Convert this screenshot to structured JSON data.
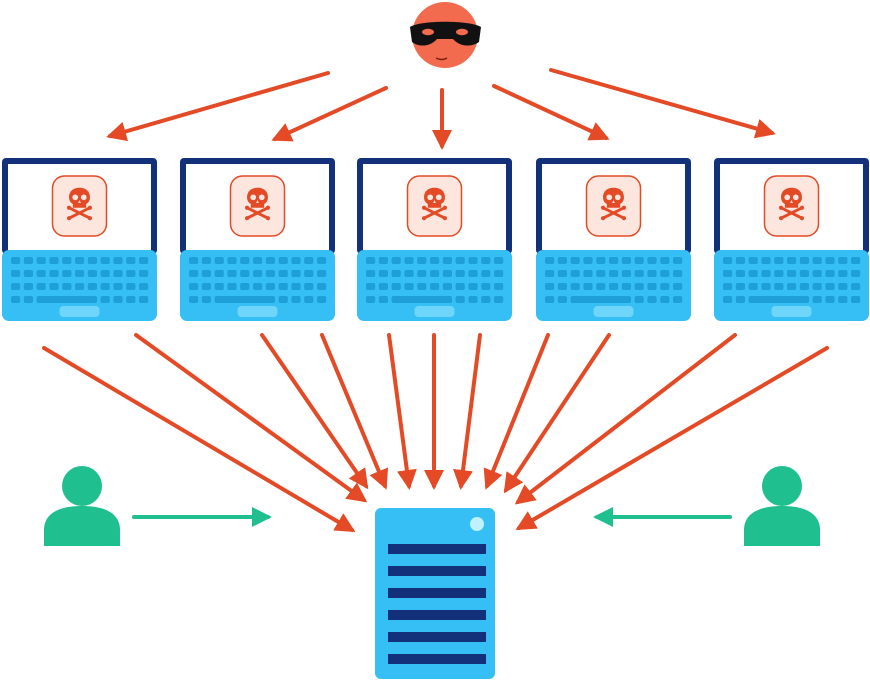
{
  "diagram": {
    "attacker": {
      "icon": "masked-attacker-icon",
      "face_color": "#F26B4F",
      "mask_color": "#111111"
    },
    "bots": [
      {
        "id": "bot-1",
        "icon": "skull-crossbones-icon"
      },
      {
        "id": "bot-2",
        "icon": "skull-crossbones-icon"
      },
      {
        "id": "bot-3",
        "icon": "skull-crossbones-icon"
      },
      {
        "id": "bot-4",
        "icon": "skull-crossbones-icon"
      },
      {
        "id": "bot-5",
        "icon": "skull-crossbones-icon"
      }
    ],
    "legitimate_users": [
      {
        "id": "user-left",
        "icon": "user-icon"
      },
      {
        "id": "user-right",
        "icon": "user-icon"
      }
    ],
    "target": {
      "icon": "server-icon"
    },
    "colors": {
      "attack_arrow": "#E34A25",
      "legit_arrow": "#1FBF8F",
      "laptop_frame": "#13307A",
      "laptop_body": "#35BFF5",
      "laptop_keys": "#1E9FD8",
      "trackpad": "#6FD6FB",
      "skull_bg": "#FDE6DE",
      "skull": "#E34A25",
      "server_body": "#35BFF5",
      "server_lines": "#13307A",
      "server_led": "#BFF1FF",
      "user": "#1FBF8F"
    }
  }
}
